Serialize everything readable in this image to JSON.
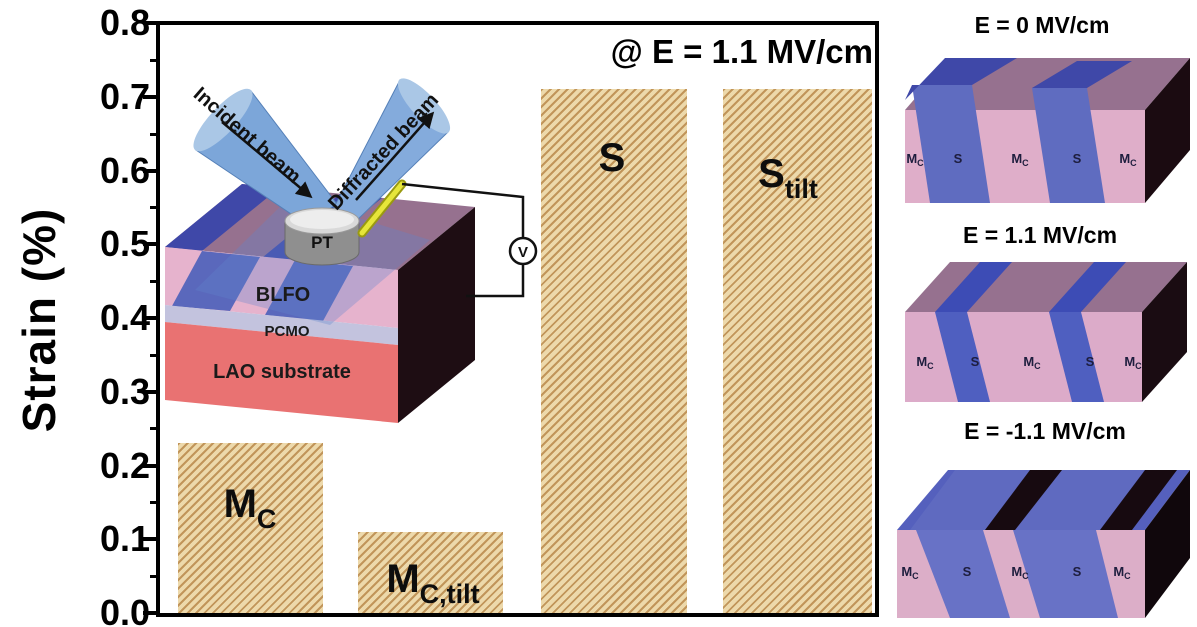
{
  "chart_data": {
    "type": "bar",
    "categories": [
      "M_C",
      "M_C,tilt",
      "S",
      "S_tilt"
    ],
    "values": [
      0.23,
      0.11,
      0.71,
      0.71
    ],
    "bar_labels": [
      {
        "main": "M",
        "sub": "C"
      },
      {
        "main": "M",
        "sub": "C,tilt"
      },
      {
        "main": "S",
        "sub": ""
      },
      {
        "main": "S",
        "sub": "tilt"
      }
    ],
    "title": "",
    "xlabel": "",
    "ylabel": "Strain (%)",
    "ylim": [
      0.0,
      0.8
    ],
    "ytick_step": 0.1,
    "ytick_labels": [
      "0.8",
      "0.7",
      "0.6",
      "0.5",
      "0.4",
      "0.3",
      "0.2",
      "0.1",
      "0.0"
    ],
    "annotation": "@ E = 1.1 MV/cm",
    "grid": false,
    "legend": false,
    "bar_fill": "#edd9ab",
    "bar_hatch": "#c1955a"
  },
  "inset": {
    "incident_beam_label": "Incident beam",
    "diffracted_beam_label": "Diffracted beam",
    "electrode_label": "PT",
    "layer_top": "BLFO",
    "layer_middle": "PCMO",
    "layer_bottom": "LAO substrate",
    "voltmeter_label": "V"
  },
  "panels": [
    {
      "title": "E = 0 MV/cm",
      "domain_labels": [
        {
          "main": "M",
          "sub": "C"
        },
        {
          "main": "S",
          "sub": ""
        },
        {
          "main": "M",
          "sub": "C"
        },
        {
          "main": "S",
          "sub": ""
        },
        {
          "main": "M",
          "sub": "C"
        }
      ]
    },
    {
      "title": "E = 1.1 MV/cm",
      "domain_labels": [
        {
          "main": "M",
          "sub": "C"
        },
        {
          "main": "S",
          "sub": ""
        },
        {
          "main": "M",
          "sub": "C"
        },
        {
          "main": "S",
          "sub": ""
        },
        {
          "main": "M",
          "sub": "C"
        }
      ]
    },
    {
      "title": "E = -1.1 MV/cm",
      "domain_labels": [
        {
          "main": "M",
          "sub": "C"
        },
        {
          "main": "S",
          "sub": ""
        },
        {
          "main": "M",
          "sub": "C"
        },
        {
          "main": "S",
          "sub": ""
        },
        {
          "main": "M",
          "sub": "C"
        }
      ]
    }
  ],
  "colors": {
    "domain_pink": "#dfaec9",
    "domain_blue": "#5f6cc0",
    "top_mauve": "#96718f",
    "top_blue": "#3f48a8",
    "dark_face": "#1b0b11",
    "blfo_pink": "#e6b3cd",
    "pcmo_lavender": "#c3c3de",
    "lao_red": "#e97272",
    "beam_blue": "#7ca6d9",
    "probe_yellow": "#e6e63a",
    "electrode_gray": "#8f8f8f"
  }
}
